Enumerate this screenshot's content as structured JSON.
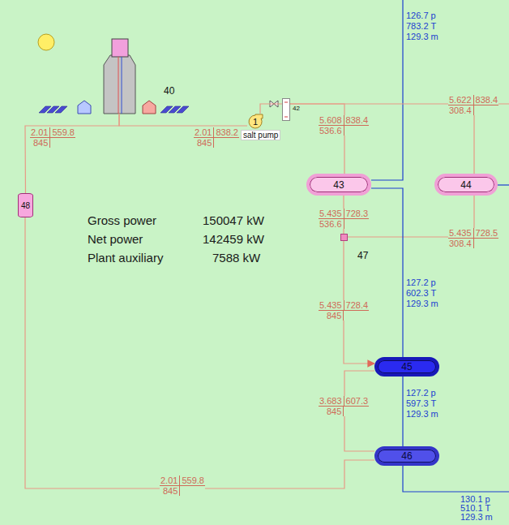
{
  "diagram": {
    "nodes": [
      {
        "text": [
          "40"
        ]
      },
      {
        "text": [
          "1",
          "salt pump"
        ]
      },
      {
        "text": [
          "42"
        ]
      },
      {
        "text": [
          "43"
        ]
      },
      {
        "text": [
          "44"
        ]
      },
      {
        "text": [
          "47"
        ]
      },
      {
        "text": [
          "45"
        ]
      },
      {
        "text": [
          "46"
        ]
      },
      {
        "text": [
          "48"
        ]
      }
    ],
    "edges": [
      {
        "from": 8,
        "to": 0,
        "arrow": "none"
      },
      {
        "from": 0,
        "to": 1,
        "arrow": "none"
      },
      {
        "from": 1,
        "to": 2,
        "arrow": "none"
      },
      {
        "from": 2,
        "to": 3,
        "arrow": "none"
      },
      {
        "from": 2,
        "to": 4,
        "arrow": "none"
      },
      {
        "from": 3,
        "to": 5,
        "arrow": "none"
      },
      {
        "from": 4,
        "to": 5,
        "arrow": "none"
      },
      {
        "from": 5,
        "to": 6,
        "arrow": "to"
      },
      {
        "from": 6,
        "to": 7,
        "arrow": "none"
      },
      {
        "from": 7,
        "to": 8,
        "arrow": "none"
      },
      {
        "from": 7,
        "to": 6,
        "arrow": "none"
      },
      {
        "from": 6,
        "to": 3,
        "arrow": "none"
      }
    ],
    "labels": [
      "Gross power",
      "150047 kW",
      "Net power",
      "142459 kW",
      "Plant auxiliary",
      "7588 kW",
      "2.01",
      "559.8",
      "845",
      "2.01",
      "838.2",
      "845",
      "5.608",
      "838.4",
      "536.6",
      "5.622",
      "838.4",
      "308.4",
      "5.435",
      "728.3",
      "536.6",
      "5.435",
      "728.5",
      "308.4",
      "5.435",
      "728.4",
      "845",
      "3.683",
      "607.3",
      "845",
      "2.01",
      "559.8",
      "845",
      "126.7 p",
      "783.2 T",
      "129.3 m",
      "127.2 p",
      "602.3 T",
      "129.3 m",
      "127.2 p",
      "597.3 T",
      "129.3 m",
      "130.1 p",
      "510.1 T",
      "129.3 m"
    ]
  }
}
